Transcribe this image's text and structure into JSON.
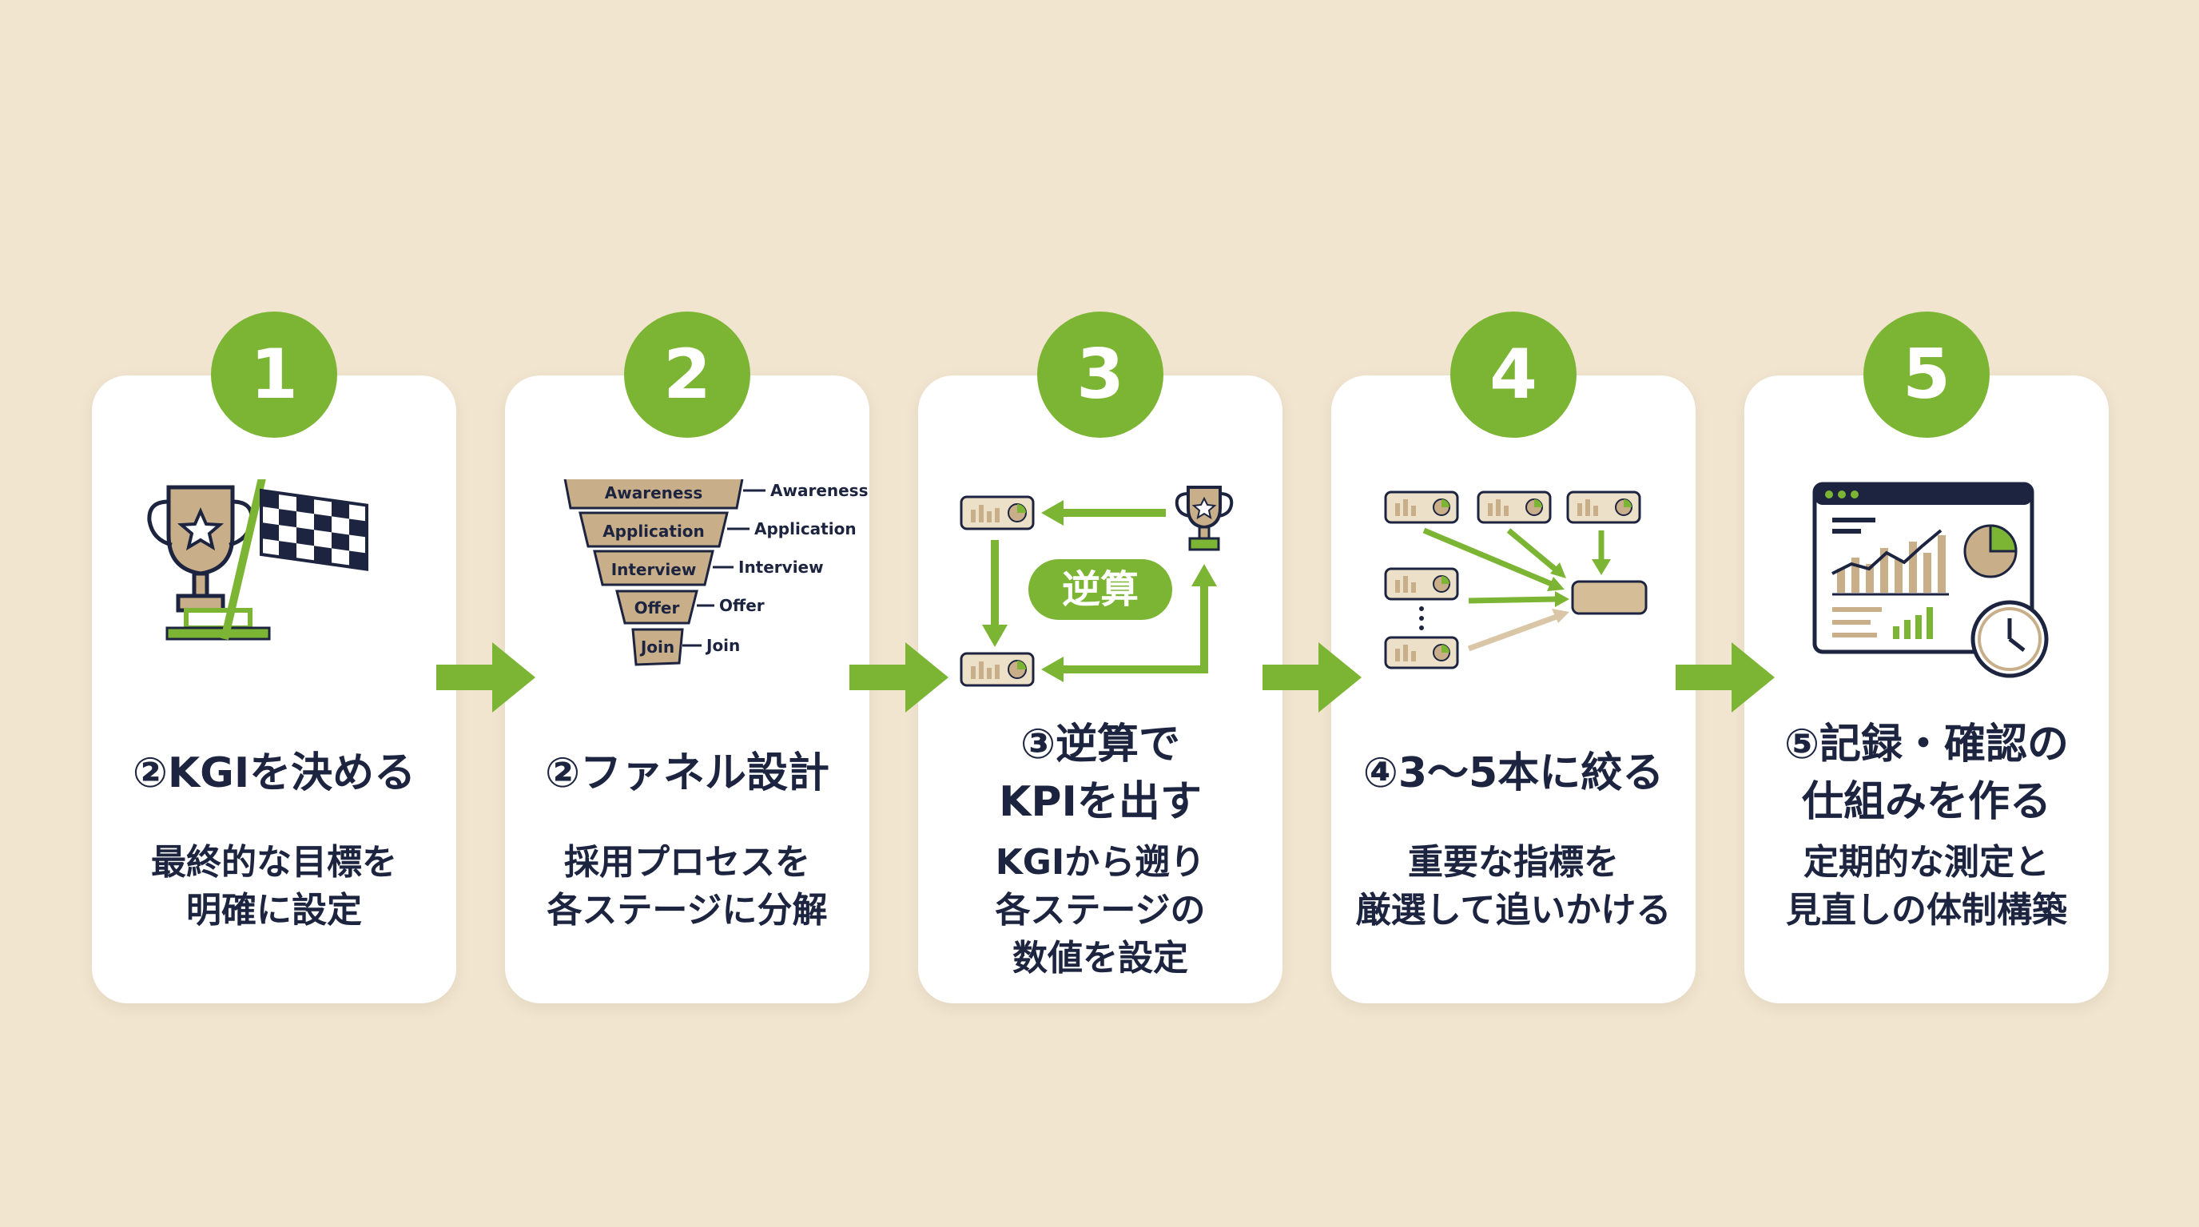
{
  "colors": {
    "background": "#f1e5d0",
    "card": "#ffffff",
    "accent_green": "#7cb534",
    "tan": "#c9ae8a",
    "navy": "#1c2440"
  },
  "steps": [
    {
      "number": "1",
      "title_lines": [
        "②KGIを決める"
      ],
      "desc_lines": [
        "最終的な目標を",
        "明確に設定"
      ],
      "icon": "trophy-flag-icon"
    },
    {
      "number": "2",
      "title_lines": [
        "②ファネル設計"
      ],
      "desc_lines": [
        "採用プロセスを",
        "各ステージに分解"
      ],
      "icon": "funnel-icon",
      "funnel": {
        "stages_inside": [
          "Awareness",
          "Application",
          "Interview",
          "Offer",
          "Join"
        ],
        "stages_outside": [
          "Awareness",
          "Application",
          "Interview",
          "Offer",
          "Join"
        ]
      }
    },
    {
      "number": "3",
      "title_lines": [
        "③逆算で",
        "KPIを出す"
      ],
      "desc_lines": [
        "KGIから遡り",
        "各ステージの",
        "数値を設定"
      ],
      "icon": "reverse-calculation-icon",
      "center_label": "逆算"
    },
    {
      "number": "4",
      "title_lines": [
        "④3〜5本に絞る"
      ],
      "desc_lines": [
        "重要な指標を",
        "厳選して追いかける"
      ],
      "icon": "narrow-metrics-icon"
    },
    {
      "number": "5",
      "title_lines": [
        "⑤記録・確認の",
        "仕組みを作る"
      ],
      "desc_lines": [
        "定期的な測定と",
        "見直しの体制構築"
      ],
      "icon": "dashboard-clock-icon"
    }
  ]
}
